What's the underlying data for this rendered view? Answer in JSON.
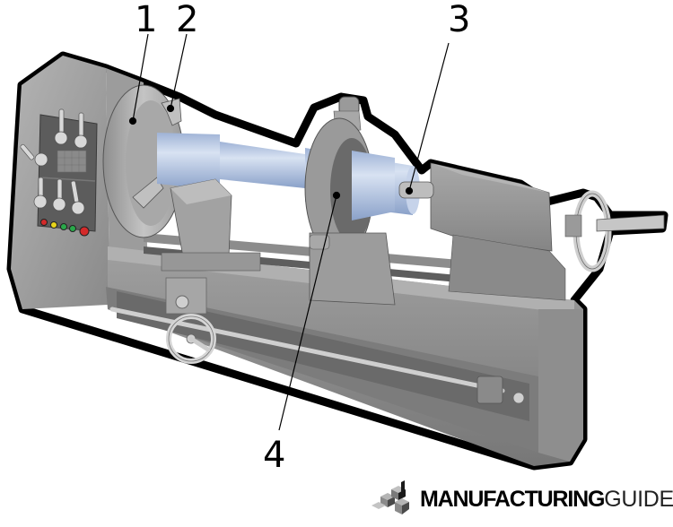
{
  "diagram": {
    "subject": "Lathe machine (turning between centers with steady rest)",
    "callouts": [
      {
        "number": "1",
        "part": "chuck / faceplate"
      },
      {
        "number": "2",
        "part": "chuck jaw"
      },
      {
        "number": "3",
        "part": "tailstock center"
      },
      {
        "number": "4",
        "part": "steady rest"
      }
    ],
    "colors": {
      "machine_body": "#9a9a9a",
      "machine_dark": "#6e6e6e",
      "outline": "#000000",
      "workpiece": "#b9c9e2",
      "workpiece_shade": "#8fa6cc",
      "light_red": "#d42a2a",
      "light_yellow": "#e8d41a",
      "light_green": "#2aa84a",
      "logo_dark": "#1a1a1a",
      "logo_mid": "#7a7a7a",
      "logo_light": "#b5b5b5"
    }
  },
  "logo": {
    "brand_bold": "MANUFACTURING",
    "brand_light": "GUIDE"
  }
}
